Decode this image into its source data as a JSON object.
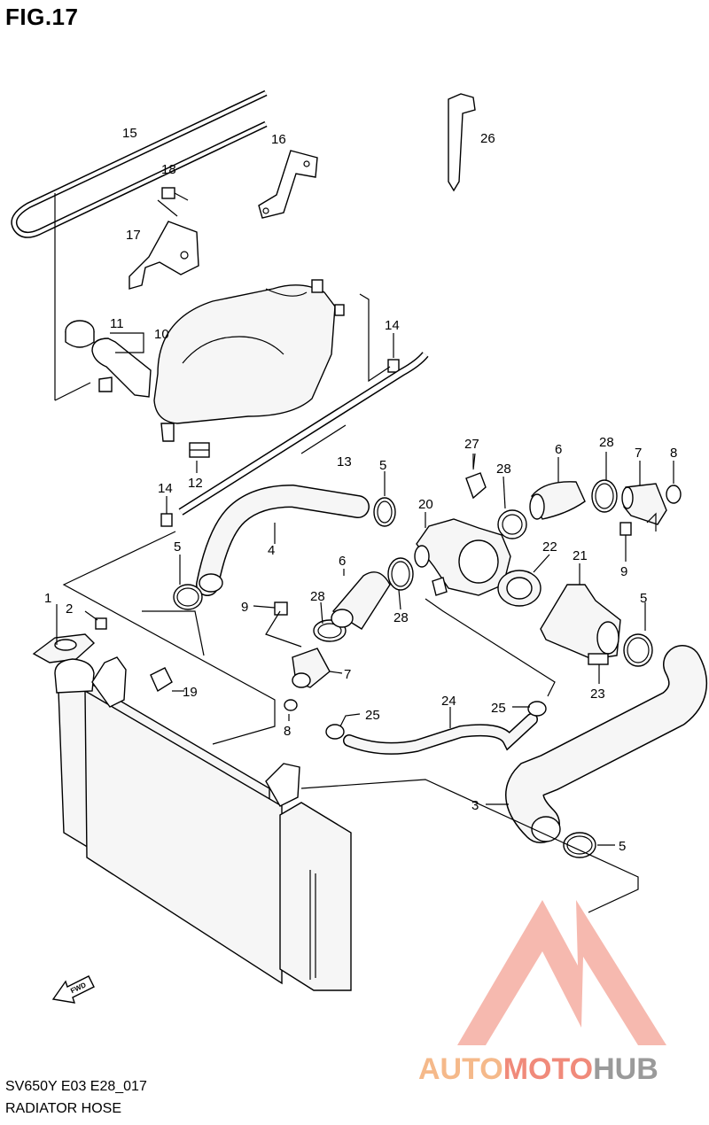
{
  "figure_title": "FIG.17",
  "model_code": "SV650Y E03 E28_017",
  "section_name": "RADIATOR HOSE",
  "watermark": {
    "text_a": "AUTO",
    "text_b": "MOTO",
    "text_c": "HUB",
    "color_a": "#f5b98a",
    "color_b": "#f08a7a",
    "color_c": "#9a9a9a"
  },
  "part_labels": {
    "p1": "1",
    "p2": "2",
    "p3": "3",
    "p4": "4",
    "p5a": "5",
    "p5b": "5",
    "p5c": "5",
    "p5d": "5",
    "p6a": "6",
    "p6b": "6",
    "p7a": "7",
    "p7b": "7",
    "p8a": "8",
    "p8b": "8",
    "p9a": "9",
    "p9b": "9",
    "p10": "10",
    "p11": "11",
    "p12": "12",
    "p13": "13",
    "p14a": "14",
    "p14b": "14",
    "p15": "15",
    "p16": "16",
    "p17": "17",
    "p18": "18",
    "p19": "19",
    "p20": "20",
    "p21": "21",
    "p22": "22",
    "p23": "23",
    "p24": "24",
    "p25a": "25",
    "p25b": "25",
    "p26": "26",
    "p27": "27",
    "p28a": "28",
    "p28b": "28",
    "p28c": "28",
    "p28d": "28"
  },
  "fwd_label": "FWD"
}
